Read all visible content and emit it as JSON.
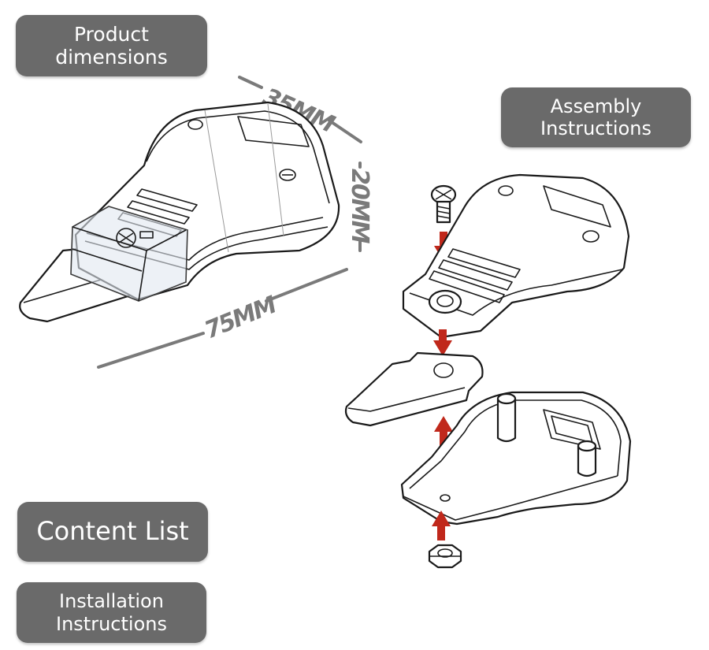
{
  "labels": {
    "product_dimensions": "Product\ndimensions",
    "assembly_instructions": "Assembly\nInstructions",
    "content_list": "Content List",
    "installation_instructions": "Installation\nInstructions"
  },
  "dimensions": {
    "width": "35MM",
    "height": "20MM",
    "length": "75MM"
  },
  "colors": {
    "pill_bg": "#6a6a6a",
    "pill_text": "#ffffff",
    "dimension_line": "#7a7a7a",
    "arrow": "#c0281b"
  }
}
